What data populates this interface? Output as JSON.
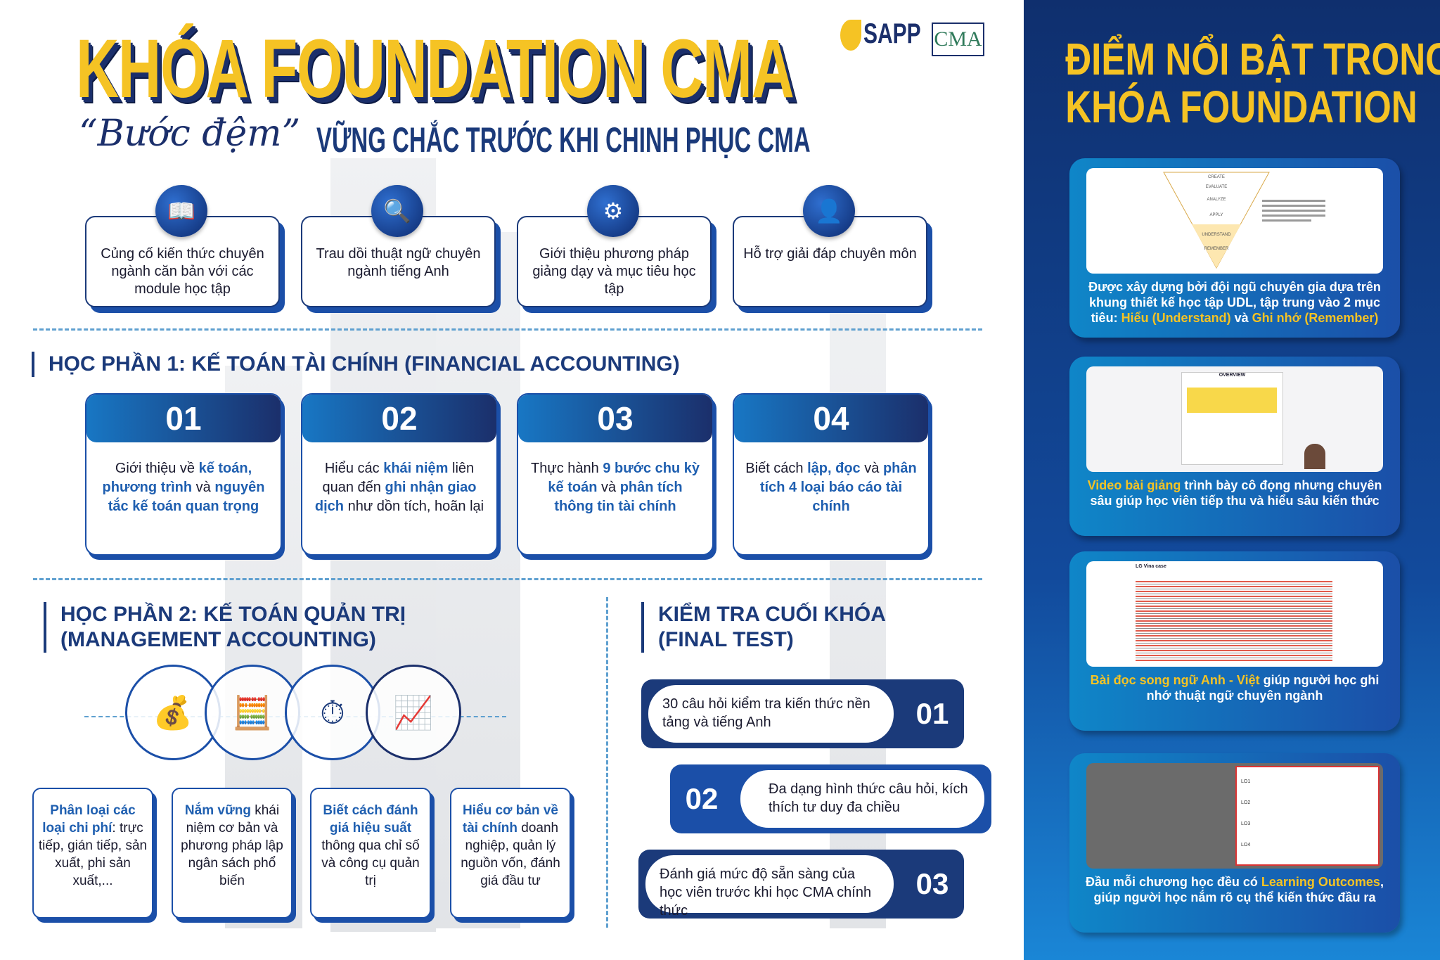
{
  "header": {
    "title": "KHÓA FOUNDATION CMA",
    "script": "“Bước đệm”",
    "subtitle": "VỮNG CHẮC TRƯỚC KHI CHINH PHỤC CMA",
    "logo_sapp": "SAPP",
    "logo_cma": "CMA"
  },
  "features": [
    {
      "icon": "book-lightbulb-icon",
      "text": "Củng cố kiến thức chuyên ngành căn bản với các module học tập"
    },
    {
      "icon": "book-search-icon",
      "text": "Trau dồi thuật ngữ chuyên ngành tiếng Anh"
    },
    {
      "icon": "bulb-gear-icon",
      "text": "Giới thiệu phương pháp giảng dạy và mục tiêu học tập"
    },
    {
      "icon": "user-search-icon",
      "text": "Hỗ trợ giải đáp chuyên môn"
    }
  ],
  "module1": {
    "heading": "HỌC PHẦN 1: KẾ TOÁN TÀI CHÍNH (FINANCIAL ACCOUNTING)",
    "items": [
      {
        "num": "01",
        "parts": [
          "Giới thiệu về ",
          "kế toán, phương trình",
          " và ",
          "nguyên tắc kế toán quan trọng"
        ]
      },
      {
        "num": "02",
        "parts": [
          "Hiểu các ",
          "khái niệm",
          " liên quan đến ",
          "ghi nhận giao dịch",
          " như dồn tích, hoãn lại"
        ]
      },
      {
        "num": "03",
        "parts": [
          "Thực hành ",
          "9 bước chu kỳ kế toán",
          " và ",
          "phân tích thông tin tài chính"
        ]
      },
      {
        "num": "04",
        "parts": [
          "Biết cách ",
          "lập, đọc",
          " và ",
          "phân tích 4 loại báo cáo tài chính"
        ]
      }
    ]
  },
  "module2": {
    "heading_line1": "HỌC PHẦN 2: KẾ TOÁN QUẢN TRỊ",
    "heading_line2": "(MANAGEMENT ACCOUNTING)",
    "items": [
      {
        "icon": "money-bag-icon",
        "bold": "Phân loại các loại chi phí",
        "rest": ": trực tiếp, gián tiếp, sản xuất, phi sản xuất,..."
      },
      {
        "icon": "calculator-dollar-icon",
        "bold": "Nắm vững",
        "rest": " khái niệm cơ bản và phương pháp lập ngân sách phổ biến"
      },
      {
        "icon": "gauge-chart-icon",
        "bold": "Biết cách đánh giá hiệu suất",
        "rest": " thông qua chỉ số và công cụ quản trị"
      },
      {
        "icon": "calculator-growth-icon",
        "bold": "Hiểu cơ bản về tài chính",
        "rest": " doanh nghiệp, quản lý nguồn vốn, đánh giá đầu tư"
      }
    ]
  },
  "final": {
    "heading_line1": "KIỂM TRA CUỐI KHÓA",
    "heading_line2": "(FINAL TEST)",
    "items": [
      {
        "num": "01",
        "text": "30 câu hỏi kiểm tra kiến thức nền tảng và tiếng Anh"
      },
      {
        "num": "02",
        "text": "Đa dạng hình thức câu hỏi, kích thích tư duy đa chiều"
      },
      {
        "num": "03",
        "text": "Đánh giá mức độ sẵn sàng của học viên trước khi học CMA chính thức"
      }
    ]
  },
  "highlights": {
    "title_line1": "ĐIỂM NỔI BẬT TRONG",
    "title_line2": "KHÓA FOUNDATION",
    "panels": [
      {
        "pre": "Được xây dựng bởi đội ngũ chuyên gia dựa trên khung thiết kế học tập UDL, tập trung vào 2 mục tiêu: ",
        "h1": "Hiểu (Understand)",
        "mid": " và ",
        "h2": "Ghi nhớ (Remember)",
        "post": "",
        "shot_labels": [
          "CREATE",
          "EVALUATE",
          "ANALYZE",
          "APPLY",
          "UNDERSTAND",
          "REMEMBER"
        ]
      },
      {
        "pre": "",
        "h1": "Video bài giảng",
        "mid": " trình bày cô đọng nhưng chuyên sâu giúp học viên tiếp thu và hiểu sâu kiến thức",
        "h2": "",
        "post": "",
        "shot_labels": [
          "OVERVIEW"
        ]
      },
      {
        "pre": "",
        "h1": "Bài đọc song ngữ Anh - Việt",
        "mid": " giúp người học ghi nhớ thuật ngữ chuyên ngành",
        "h2": "",
        "post": "",
        "shot_labels": [
          "LG Vina case"
        ]
      },
      {
        "pre": "Đầu mỗi chương học đều có ",
        "h1": "Learning Outcomes",
        "mid": ", giúp người học nắm rõ cụ thể kiến thức đầu ra",
        "h2": "",
        "post": "",
        "shot_labels": [
          "LO1",
          "LO2",
          "LO3",
          "LO4"
        ]
      }
    ]
  },
  "colors": {
    "navy": "#1b2f6b",
    "yellow": "#f5c324",
    "blue": "#1b4fa8"
  }
}
